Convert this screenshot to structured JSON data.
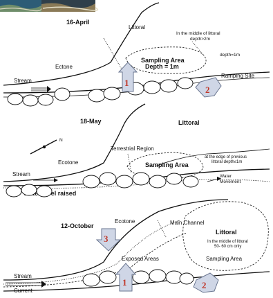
{
  "panels": [
    {
      "date": "16-April",
      "labels": {
        "littoral": "Littoral",
        "middle_note_1": "In the middle of littoral",
        "middle_note_2": "depth>2m",
        "ecotone": "Ectone",
        "sampling_area_1": "Sampling Area",
        "sampling_area_2": "Depth = 1m",
        "depth": "depth=1m",
        "stream": "Stream",
        "ramping_site": "Ramping Site"
      },
      "markers": [
        "1",
        "2"
      ]
    },
    {
      "date": "18-May",
      "labels": {
        "littoral": "Littoral",
        "terrestrial": "Terrestrial Region",
        "ecotone": "Ecotone",
        "sampling_area": "Sampling Area",
        "edge_note_1": "at the edge of previous",
        "edge_note_2": "littoral depth≤1m",
        "stream": "Stream",
        "water_level": "Water level raised",
        "water_movement_1": "Water",
        "water_movement_2": "Movement"
      }
    },
    {
      "date": "12-October",
      "labels": {
        "ecotone": "Ecotone",
        "main_channel": "Main Channel",
        "littoral": "Littoral",
        "middle_note_1": "In the middle of littoral",
        "middle_note_2": "50- 60 cm only",
        "sampling_area": "Sampling Area",
        "exposed": "Exposed Areas",
        "stream": "Stream",
        "current": "Current"
      },
      "markers": [
        "3",
        "1",
        "2"
      ]
    }
  ],
  "compass_label": "N",
  "colors": {
    "marker_fill": "#cfd6e6",
    "marker_number": "#c0392b",
    "photo": "#35607a"
  }
}
